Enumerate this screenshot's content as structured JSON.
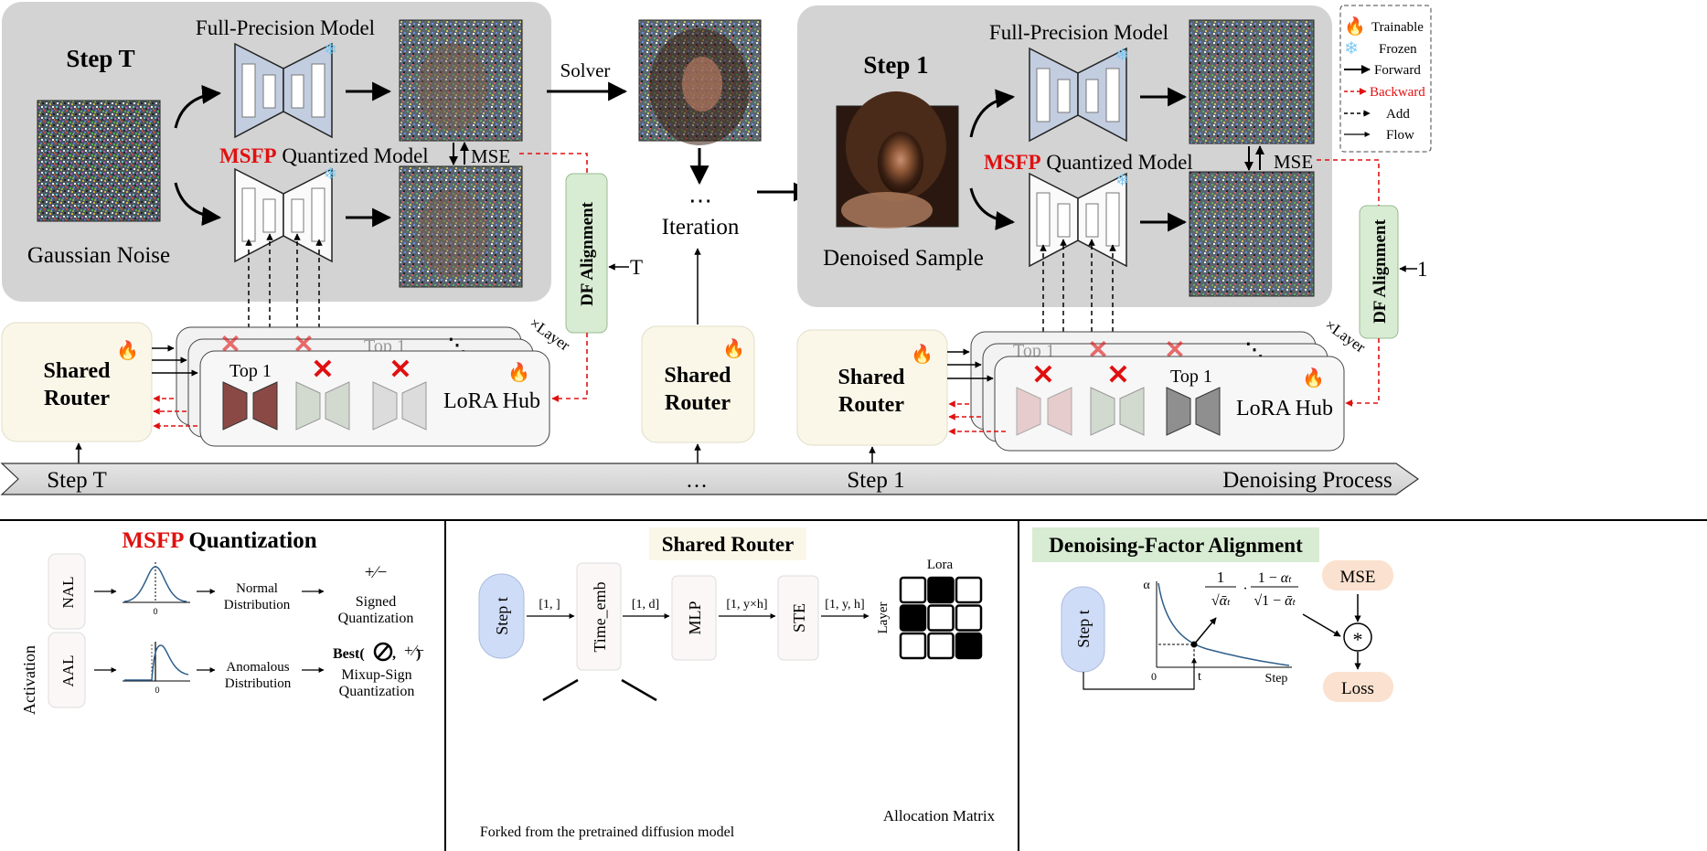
{
  "top": {
    "step_t": {
      "title": "Step T",
      "full_precision": "Full-Precision Model",
      "msfp_word": "MSFP",
      "quantized_rest": " Quantized Model",
      "input_label": "Gaussian Noise",
      "mse": "MSE",
      "df_alignment": "DF Alignment",
      "df_input": "T",
      "solver": "Solver"
    },
    "middle": {
      "dots": "⋯",
      "iteration": "Iteration"
    },
    "step_1": {
      "title": "Step 1",
      "full_precision": "Full-Precision Model",
      "msfp_word": "MSFP",
      "quantized_rest": " Quantized Model",
      "input_label": "Denoised Sample",
      "mse": "MSE",
      "df_alignment": "DF Alignment",
      "df_input": "1"
    },
    "router_left": {
      "line1": "Shared",
      "line2": "Router"
    },
    "router_mid": {
      "line1": "Shared",
      "line2": "Router"
    },
    "router_right": {
      "line1": "Shared",
      "line2": "Router"
    },
    "hub_left": {
      "top1": "Top 1",
      "top1_back": "Top 1",
      "label": "LoRA Hub",
      "layer": "×Layer",
      "back_dots": "⋱"
    },
    "hub_right": {
      "top1": "Top 1",
      "top1_back": "Top 1",
      "label": "LoRA Hub",
      "layer": "×Layer",
      "back_dots": "⋱"
    },
    "timeline": {
      "step_t": "Step T",
      "dots": "…",
      "step_1": "Step 1",
      "end": "Denoising Process"
    }
  },
  "legend": {
    "trainable": "Trainable",
    "frozen": "Frozen",
    "forward": "Forward",
    "backward": "Backward",
    "add": "Add",
    "flow": "Flow"
  },
  "panel_msfp": {
    "title_red": "MSFP",
    "title_rest": " Quantization",
    "activation": "Activation",
    "nal": "NAL",
    "aal": "AAL",
    "zero1": "0",
    "zero2": "0",
    "normal1": "Normal",
    "normal2": "Distribution",
    "anomalous1": "Anomalous",
    "anomalous2": "Distribution",
    "pm_sign": "+⁄−",
    "signed1": "Signed",
    "signed2": "Quantization",
    "best_prefix": "Best(",
    "best_sep": ", ",
    "best_suffix": ")",
    "mixup1": "Mixup-Sign",
    "mixup2": "Quantization"
  },
  "panel_router": {
    "title": "Shared Router",
    "step_t": "Step t",
    "dim1": "[1, ]",
    "time_emb": "Time_emb",
    "dim2": "[1, d]",
    "mlp": "MLP",
    "dim3": "[1, y×h]",
    "ste": "STE",
    "dim4": "[1, y, h]",
    "lora": "Lora",
    "layer": "Layer",
    "matrix_label": "Allocation Matrix",
    "forked": "Forked from the pretrained diffusion model",
    "matrix": [
      [
        0,
        1,
        0
      ],
      [
        1,
        0,
        0
      ],
      [
        0,
        0,
        1
      ]
    ]
  },
  "panel_dfa": {
    "title": "Denoising-Factor Alignment",
    "step_t": "Step t",
    "alpha": "α",
    "origin": "0",
    "t_tick": "t",
    "step_axis": "Step",
    "mse": "MSE",
    "star": "*",
    "loss": "Loss"
  },
  "colors": {
    "msfp_red": "#e01010",
    "panel_gray": "#d3d3d3",
    "router_fill": "#fbf7e8",
    "df_green": "#d8ebd3",
    "step_blue": "#cfdcf7",
    "loss_peach": "#fbe1cf",
    "lora_active": "#8a4945"
  }
}
